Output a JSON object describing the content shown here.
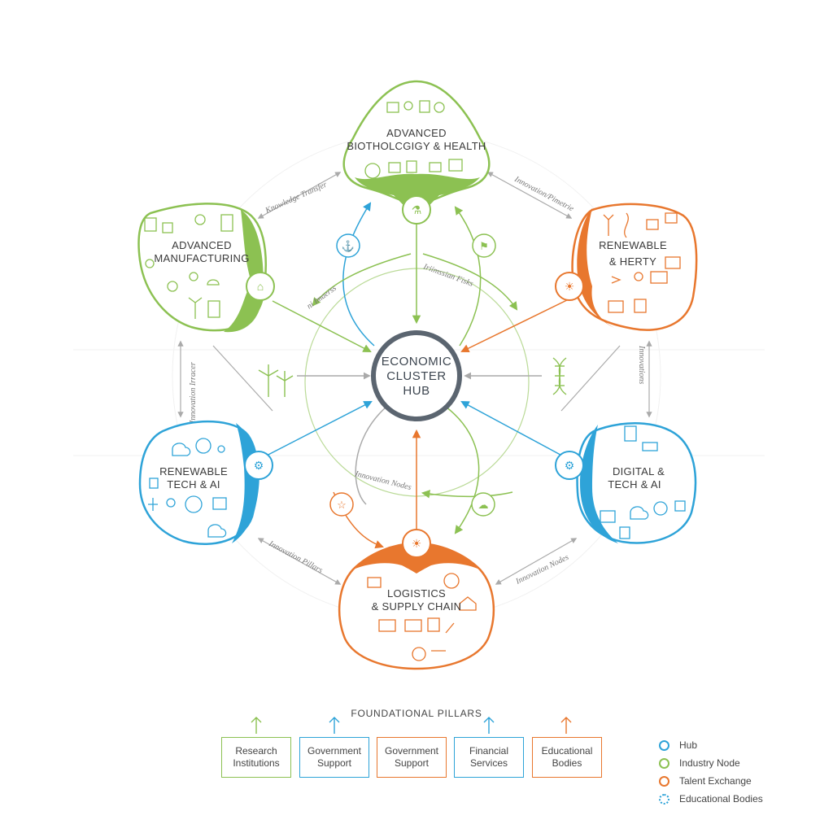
{
  "colors": {
    "green": "#8cc152",
    "orange": "#e8772e",
    "blue": "#2ea3d8",
    "hub": "#5b6570",
    "gray": "#b5b5b5"
  },
  "hub": {
    "lines": [
      "ECONOMIC",
      "CLUSTER",
      "HUB"
    ]
  },
  "nodes": {
    "top": {
      "lines": [
        "ADVANCED",
        "BIOTHOLCGIGY & HEALTH"
      ],
      "icon": "biotech-icon"
    },
    "upper_left": {
      "lines": [
        "ADVANCED",
        "MANUFACTURING"
      ],
      "icon": "factory-icon"
    },
    "upper_right": {
      "lines": [
        "RENEWABLE",
        "& HERTY"
      ],
      "icon": "lightbulb-icon"
    },
    "lower_left": {
      "lines": [
        "RENEWABLE",
        "TECH & AI"
      ],
      "icon": "gear-icon"
    },
    "lower_right": {
      "lines": [
        "DIGITAL &",
        "TECH & AI"
      ],
      "icon": "gear-icon"
    },
    "bottom": {
      "lines": [
        "LOGISTICS",
        "& SUPPLY CHAIN"
      ],
      "icon": "lightbulb-icon"
    }
  },
  "edge_labels": {
    "top_left": "Knowledge Transfer",
    "top_right": "Innovation/Pimetrie",
    "inner_left": "ni Imaerss",
    "inner_right": "Iriimssian Fisks",
    "left_vertical": "Innovation Irracer",
    "right_vertical": "Innovations",
    "inner_bottom": "Innovation Nodes",
    "bottom_left": "Innovation Pillars",
    "bottom_right": "Innovation Nodes"
  },
  "pillars": {
    "title": "FOUNDATIONAL PILLARS",
    "items": [
      {
        "line1": "Research",
        "line2": "Institutions",
        "color": "#8cc152"
      },
      {
        "line1": "Government",
        "line2": "Support",
        "color": "#2ea3d8"
      },
      {
        "line1": "Government",
        "line2": "Support",
        "color": "#e8772e"
      },
      {
        "line1": "Financial",
        "line2": "Services",
        "color": "#2ea3d8"
      },
      {
        "line1": "Educational",
        "line2": "Bodies",
        "color": "#e8772e"
      }
    ]
  },
  "legend": [
    {
      "label": "Hub",
      "color": "#2ea3d8"
    },
    {
      "label": "Industry Node",
      "color": "#8cc152"
    },
    {
      "label": "Talent Exchange",
      "color": "#e8772e"
    },
    {
      "label": "Educational Bodies",
      "color": "#2ea3d8"
    }
  ]
}
